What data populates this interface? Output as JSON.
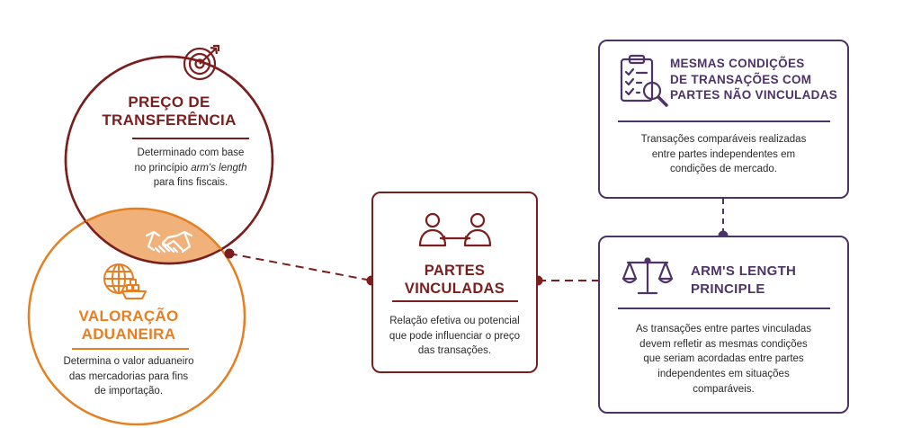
{
  "colors": {
    "maroon": "#7a1e1e",
    "orange": "#e67e22",
    "purple": "#4d3366",
    "overlap": "#f0b27a"
  },
  "preco": {
    "title_l1": "PREÇO DE",
    "title_l2": "TRANSFERÊNCIA",
    "desc_l1": "Determinado com base",
    "desc_l2a": "no princípio ",
    "desc_l2b": "arm's length",
    "desc_l3": "para fins fiscais.",
    "icon": "target-icon"
  },
  "valoracao": {
    "title_l1": "VALORAÇÃO",
    "title_l2": "ADUANEIRA",
    "desc_l1": "Determina o valor aduaneiro",
    "desc_l2": "das mercadorias para fins",
    "desc_l3": "de importação.",
    "icon": "globe-ship-icon"
  },
  "handshake_icon": "handshake-icon",
  "partes": {
    "title_l1": "PARTES",
    "title_l2": "VINCULADAS",
    "desc_l1": "Relação efetiva ou potencial",
    "desc_l2": "que pode influenciar o preço",
    "desc_l3": "das transações.",
    "icon": "linked-people-icon"
  },
  "mesmas": {
    "title_l1": "MESMAS CONDIÇÕES",
    "title_l2": "DE TRANSAÇÕES COM",
    "title_l3": "PARTES NÃO VINCULADAS",
    "desc_l1": "Transações comparáveis realizadas",
    "desc_l2": "entre partes independentes em",
    "desc_l3": "condições de mercado.",
    "icon": "checklist-search-icon"
  },
  "arms": {
    "title_l1": "ARM'S LENGTH",
    "title_l2": "PRINCIPLE",
    "desc_l1": "As transações entre partes vinculadas",
    "desc_l2": "devem refletir as mesmas condições",
    "desc_l3": "que seriam acordadas entre partes",
    "desc_l4": "independentes em situações",
    "desc_l5": "comparáveis.",
    "icon": "scales-icon"
  }
}
